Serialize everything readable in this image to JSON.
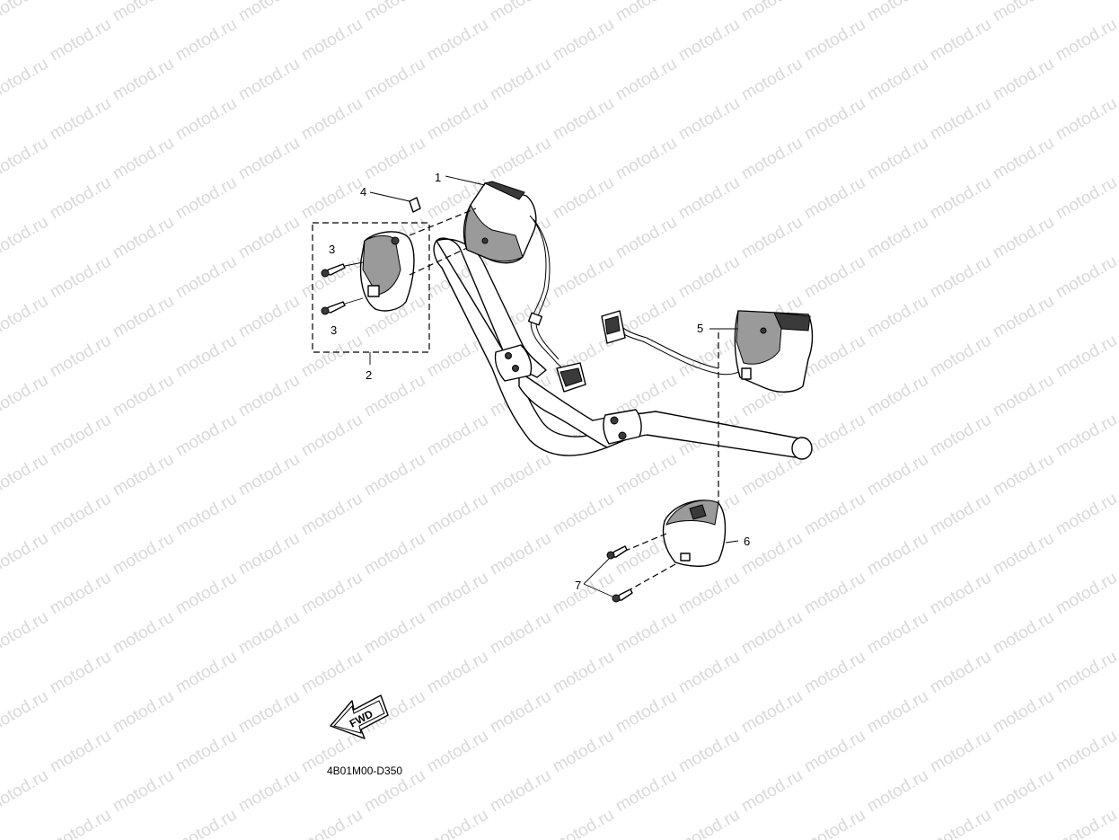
{
  "watermark": {
    "text": "motod.ru",
    "color": "#d9d9d9"
  },
  "diagram_code": "4B01M00-D350",
  "fwd_arrow": {
    "label": "FWD"
  },
  "callouts": [
    {
      "id": "c1",
      "label": "1"
    },
    {
      "id": "c2",
      "label": "2"
    },
    {
      "id": "c3a",
      "label": "3"
    },
    {
      "id": "c3b",
      "label": "3"
    },
    {
      "id": "c4",
      "label": "4"
    },
    {
      "id": "c5",
      "label": "5"
    },
    {
      "id": "c6",
      "label": "6"
    },
    {
      "id": "c7",
      "label": "7"
    }
  ]
}
